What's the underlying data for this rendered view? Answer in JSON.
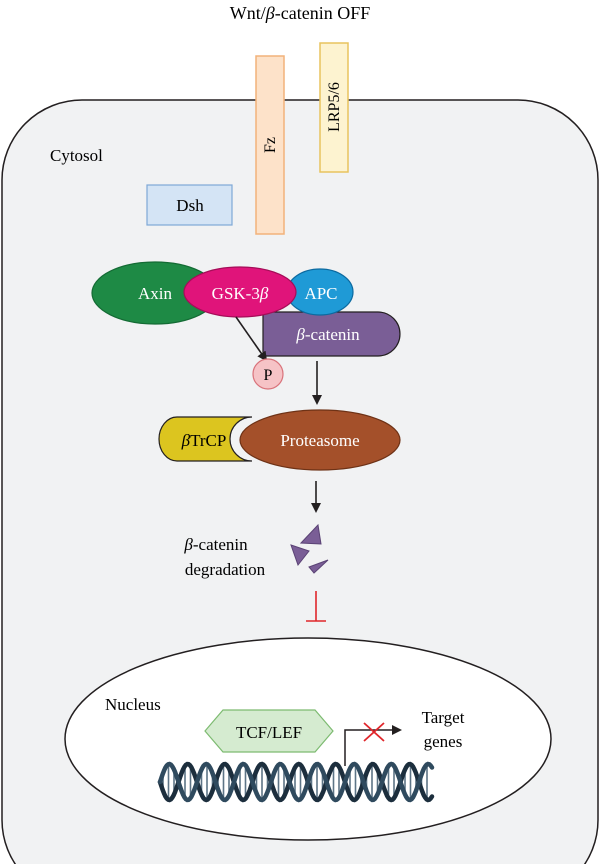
{
  "title_prefix": "Wnt/",
  "title_beta": "β",
  "title_suffix": "-catenin OFF",
  "compartments": {
    "cytosol": "Cytosol",
    "nucleus": "Nucleus"
  },
  "receptors": {
    "fz": "Fz",
    "lrp": "LRP5/6"
  },
  "proteins": {
    "dsh": "Dsh",
    "axin": "Axin",
    "gsk_prefix": "GSK-3",
    "gsk_beta": "β",
    "apc": "APC",
    "bcat_beta": "β",
    "bcat_suffix": "-catenin",
    "phospho": "P",
    "btrcp_beta": "β",
    "btrcp_suffix": "TrCP",
    "proteasome": "Proteasome",
    "tcf": "TCF/LEF"
  },
  "degradation": {
    "line1_beta": "β",
    "line1_suffix": "-catenin",
    "line2": "degradation"
  },
  "target": {
    "line1": "Target",
    "line2": "genes"
  },
  "colors": {
    "axin": "#1e8a45",
    "gsk": "#e0147a",
    "apc": "#1f9ad6",
    "bcatenin": "#7a5e96",
    "phospho": "#f6c3c6",
    "btrcp": "#dcc51f",
    "proteasome": "#a4502a",
    "tcf": "#d5ebd0",
    "dsh": "#d4e4f5",
    "fz": "#fde2c9",
    "lrp": "#fdf3d0",
    "inhibit": "#e0262b",
    "dna": "#2c3e50"
  }
}
